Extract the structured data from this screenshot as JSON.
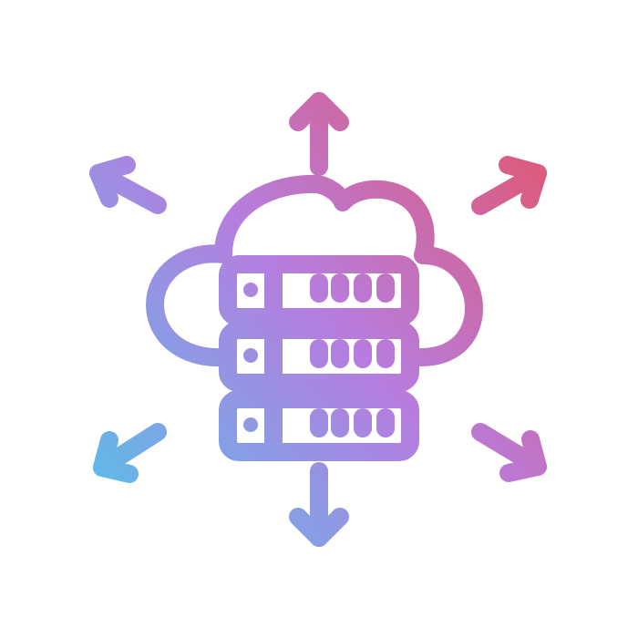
{
  "illustration": {
    "subject": "cloud-server-distribution",
    "icons": [
      "cloud-icon",
      "server-rack-icon",
      "arrow-up-icon",
      "arrow-down-icon",
      "arrow-up-left-icon",
      "arrow-up-right-icon",
      "arrow-down-left-icon",
      "arrow-down-right-icon"
    ],
    "server_units": 3,
    "indicators_per_unit": 4,
    "colors": {
      "gradient_top_right": "#e2566f",
      "gradient_middle": "#b67ddf",
      "gradient_bottom_left": "#5cbce8",
      "background": "#ffffff"
    }
  }
}
